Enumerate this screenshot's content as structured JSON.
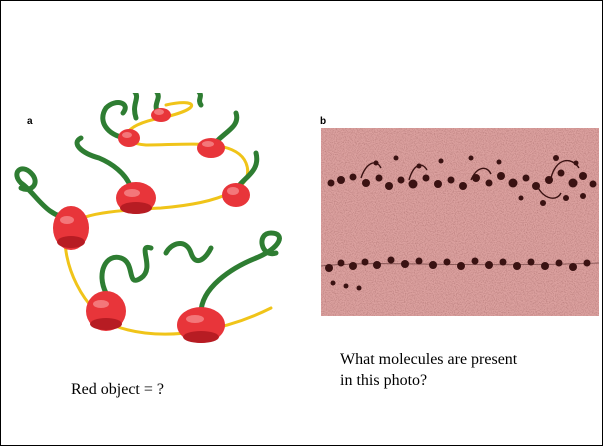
{
  "figure": {
    "panel_a_label": "a",
    "panel_b_label": "b",
    "caption_left": "Red object = ?",
    "caption_right_line1": "What molecules are present",
    "caption_right_line2": "in this photo?"
  },
  "colors": {
    "strand": "#f0c419",
    "protein_red": "#e8353a",
    "protein_dark": "#b71c23",
    "chain_green": "#2e7d32",
    "micrograph_bg": "#d89b9a",
    "micrograph_dot": "#3a1212"
  }
}
